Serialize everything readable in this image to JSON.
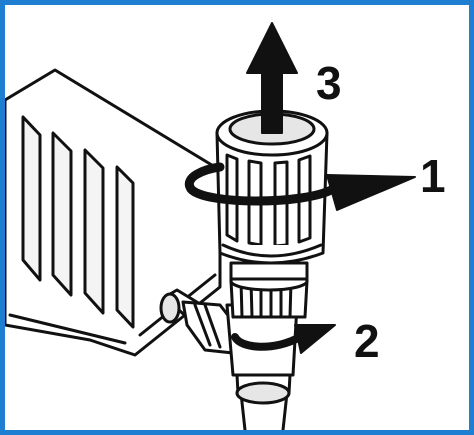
{
  "figure": {
    "description_free": true,
    "steps": [
      {
        "number": "3",
        "action": "pull-up-arrow"
      },
      {
        "number": "1",
        "action": "rotate-head-arrow"
      },
      {
        "number": "2",
        "action": "rotate-nut-arrow"
      }
    ],
    "colors": {
      "frame": "#1e7fd2",
      "line": "#111111",
      "fill": "#ffffff",
      "shade": "#e6e6e6",
      "arrow": "#111111"
    }
  }
}
